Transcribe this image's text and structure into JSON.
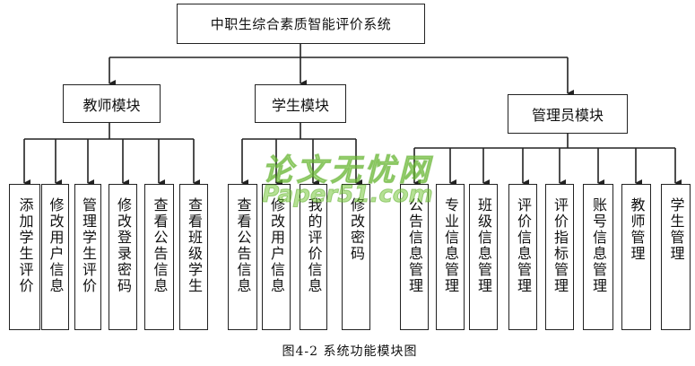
{
  "diagram": {
    "root": {
      "label": "中职生综合素质智能评价系统"
    },
    "modules": [
      {
        "label": "教师模块",
        "functions": [
          "添加学生评价",
          "修改用户信息",
          "管理学生评价",
          "修改登录密码",
          "查看公告信息",
          "查看班级学生"
        ]
      },
      {
        "label": "学生模块",
        "functions": [
          "查看公告信息",
          "修改用户信息",
          "我的评价信息",
          "修改密码"
        ]
      },
      {
        "label": "管理员模块",
        "functions": [
          "公告信息管理",
          "专业信息管理",
          "班级信息管理",
          "评价信息管理",
          "评价指标管理",
          "账号信息管理",
          "教师管理",
          "学生管理"
        ]
      }
    ]
  },
  "caption": "图4-2  系统功能模块图",
  "watermark": {
    "line1": "论文无忧网",
    "line2": "Paper51.com",
    "color": "#78c83c"
  },
  "colors": {
    "line": "#222222",
    "border": "#222222",
    "text": "#111111"
  }
}
